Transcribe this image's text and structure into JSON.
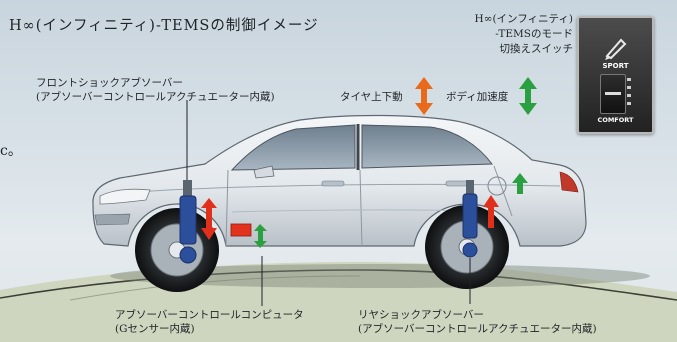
{
  "title": "H∞(インフィニティ)-TEMSの制御イメージ",
  "labels": {
    "front_shock_line1": "フロントショックアブソーバー",
    "front_shock_line2": "(アブソーバーコントロールアクチュエーター内蔵)",
    "tire_updown": "タイヤ上下動",
    "body_accel": "ボディ加速度",
    "switch_line1": "H∞(インフィニティ)",
    "switch_line2": "-TEMSのモード",
    "switch_line3": "切換えスイッチ",
    "computer_line1": "アブソーバーコントロールコンピュータ",
    "computer_line2": "(Gセンサー内蔵)",
    "rear_shock_line1": "リヤショックアブソーバー",
    "rear_shock_line2": "(アブソーバーコントロールアクチュエーター内蔵)",
    "edge_fragment": "c。"
  },
  "switch_panel": {
    "top_mode": "SPORT",
    "bottom_mode": "COMFORT",
    "top_icon": "pen-icon"
  },
  "colors": {
    "red_arrow": "#e0301c",
    "green_arrow": "#2aa040",
    "orange_arrow": "#e86a1a",
    "shock_blue": "#2c4f9c",
    "car_body": "#e6eaee"
  }
}
